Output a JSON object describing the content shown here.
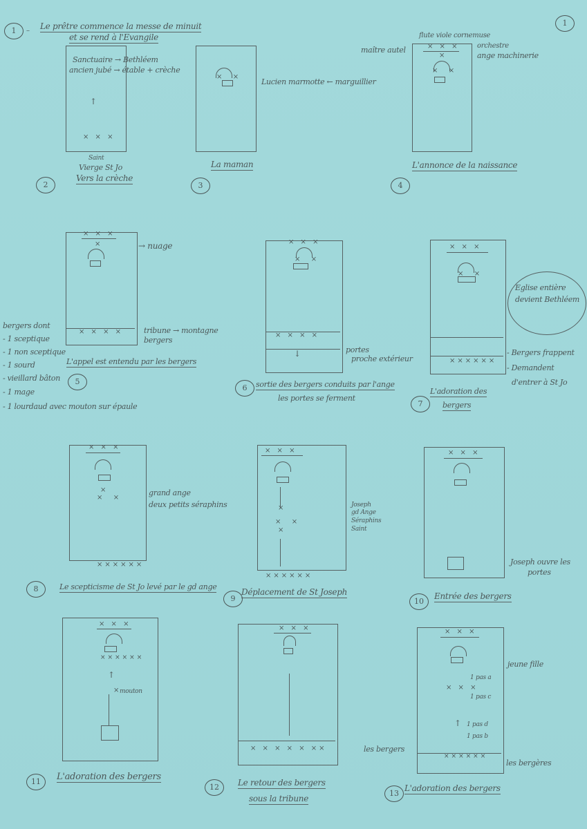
{
  "header": {
    "number": "1",
    "line1": "Le prêtre commence la messe de minuit",
    "line2": "et se rend à l'Evangile",
    "page_number": "1"
  },
  "panels": {
    "p2": {
      "number": "2",
      "notes": [
        "Sanctuaire → Bethléem",
        "ancien jubé → étable + crèche"
      ],
      "caption": [
        "Saint",
        "Vierge St Jo",
        "Vers la crèche"
      ]
    },
    "p3": {
      "number": "3",
      "notes": [
        "Lucien marmotte ← marguillier"
      ],
      "caption": [
        "La maman"
      ]
    },
    "p4": {
      "number": "4",
      "notes": [
        "flute viole cornemuse",
        "orchestre",
        "ange machinerie",
        "maître autel"
      ],
      "caption": [
        "L'annonce de la naissance"
      ]
    },
    "p5": {
      "number": "5",
      "notes": [
        "→ nuage",
        "tribune → montagne",
        "bergers"
      ],
      "caption": [
        "L'appel est entendu par les bergers"
      ],
      "list": [
        "bergers dont",
        "- 1 sceptique",
        "- 1 non sceptique",
        "- 1 sourd",
        "- vieillard bâton",
        "- 1 mage",
        "- 1 lourdaud avec mouton sur épaule"
      ]
    },
    "p6": {
      "number": "6",
      "notes": [
        "portes",
        "proche extérieur"
      ],
      "caption": [
        "sortie des bergers conduits par l'ange",
        "les portes se ferment"
      ]
    },
    "p7": {
      "number": "7",
      "notes": [
        "Eglise entière",
        "devient Bethléem",
        "- Bergers frappent",
        "- Demandent",
        "d'entrer à St Jo"
      ],
      "caption": [
        "L'adoration des",
        "bergers"
      ]
    },
    "p8": {
      "number": "8",
      "notes": [
        "grand ange",
        "deux petits séraphins"
      ],
      "caption": [
        "Le scepticisme de St Jo levé par le gd ange"
      ]
    },
    "p9": {
      "number": "9",
      "notes": [
        "Joseph",
        "gd Ange",
        "Séraphins",
        "Saint"
      ],
      "caption": [
        "Déplacement de St Joseph"
      ]
    },
    "p10": {
      "number": "10",
      "notes": [
        "Joseph ouvre les",
        "portes"
      ],
      "caption": [
        "Entrée des bergers"
      ]
    },
    "p11": {
      "number": "11",
      "notes": [
        "mouton"
      ],
      "caption": [
        "L'adoration des bergers"
      ]
    },
    "p12": {
      "number": "12",
      "notes": [],
      "caption": [
        "Le retour des bergers",
        "sous la tribune"
      ]
    },
    "p13": {
      "number": "13",
      "notes": [
        "jeune fille",
        "1 pas a",
        "1 pas c",
        "1 pas d",
        "1 pas b",
        "les bergers",
        "les bergères"
      ],
      "caption": [
        "L'adoration des bergers"
      ]
    }
  }
}
